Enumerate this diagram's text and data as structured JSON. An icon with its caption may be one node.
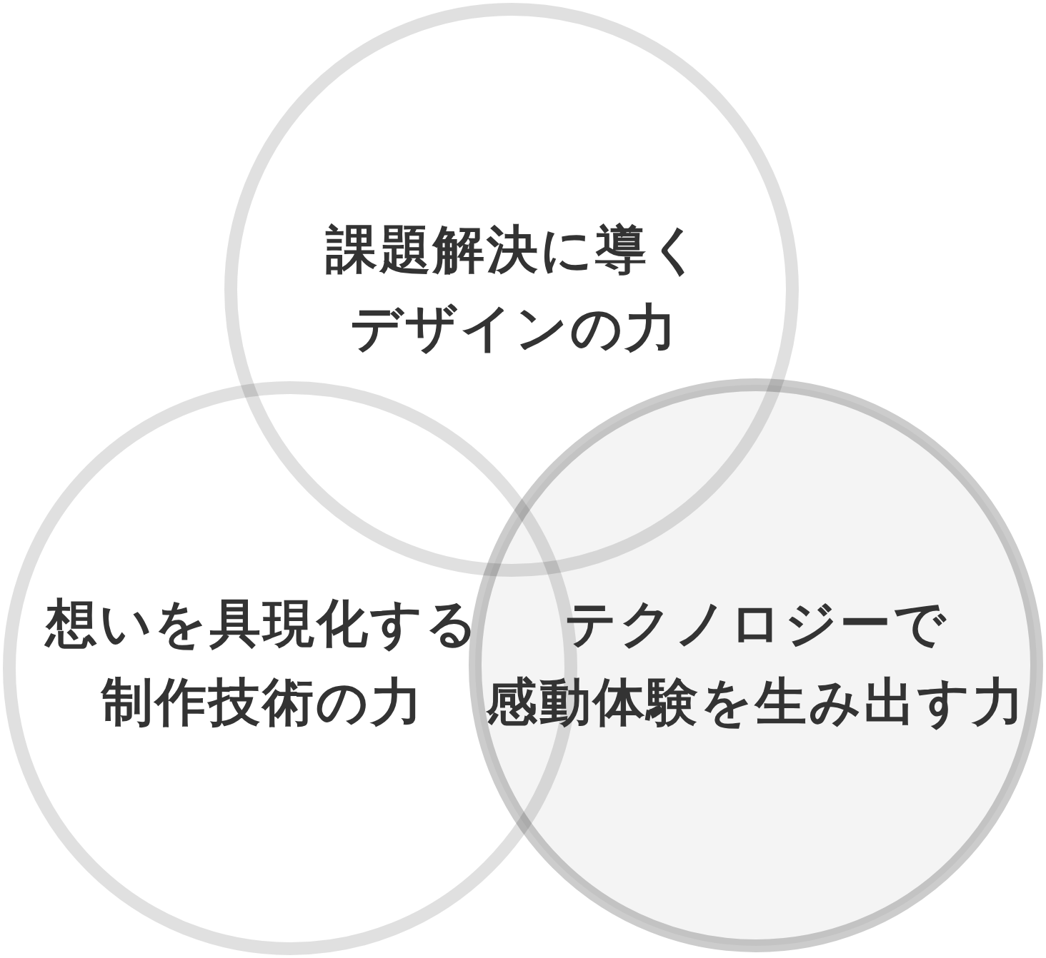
{
  "diagram": {
    "nodes": [
      {
        "text": [
          "課題解決に導くデザインの力"
        ]
      },
      {
        "text": [
          "想いを具現化する制作技術の力"
        ]
      },
      {
        "text": [
          "テクノロジーで感動体験を生み出す力"
        ]
      }
    ]
  }
}
